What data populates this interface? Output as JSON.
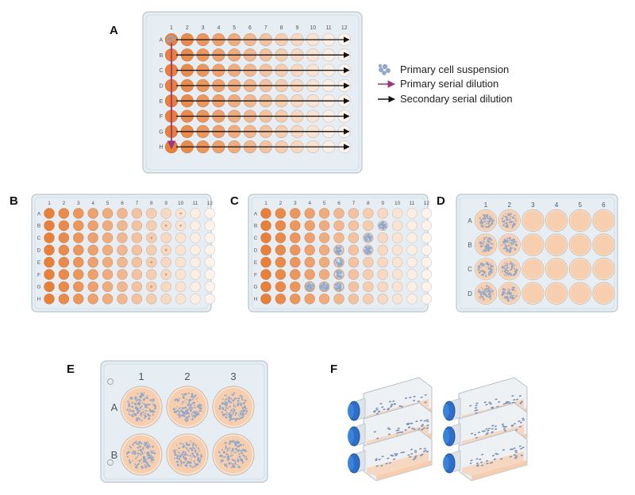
{
  "panels": {
    "a": "A",
    "b": "B",
    "c": "C",
    "d": "D",
    "e": "E",
    "f": "F"
  },
  "plate96": {
    "columns": [
      "1",
      "2",
      "3",
      "4",
      "5",
      "6",
      "7",
      "8",
      "9",
      "10",
      "11",
      "12"
    ],
    "rows": [
      "A",
      "B",
      "C",
      "D",
      "E",
      "F",
      "G",
      "H"
    ]
  },
  "plate24": {
    "columns": [
      "1",
      "2",
      "3",
      "4",
      "5",
      "6"
    ],
    "rows": [
      "A",
      "B",
      "C",
      "D"
    ]
  },
  "plate6": {
    "columns": [
      "1",
      "2",
      "3"
    ],
    "rows": [
      "A",
      "B"
    ]
  },
  "legend": {
    "cell_suspension": "Primary cell suspension",
    "primary_dilution": "Primary serial dilution",
    "secondary_dilution": "Secondary serial dilution"
  },
  "colors": {
    "plate_fill": "#e6eef3",
    "plate_border": "#b7c6cf",
    "well_dark": "#e8803a",
    "well_light": "#fdf3ea",
    "well_peach": "#f8cfae",
    "cells": "#8fa8cc",
    "primary_arrow": "#a0357f",
    "secondary_arrow": "#111111",
    "flask_cap": "#2d6fc8"
  }
}
